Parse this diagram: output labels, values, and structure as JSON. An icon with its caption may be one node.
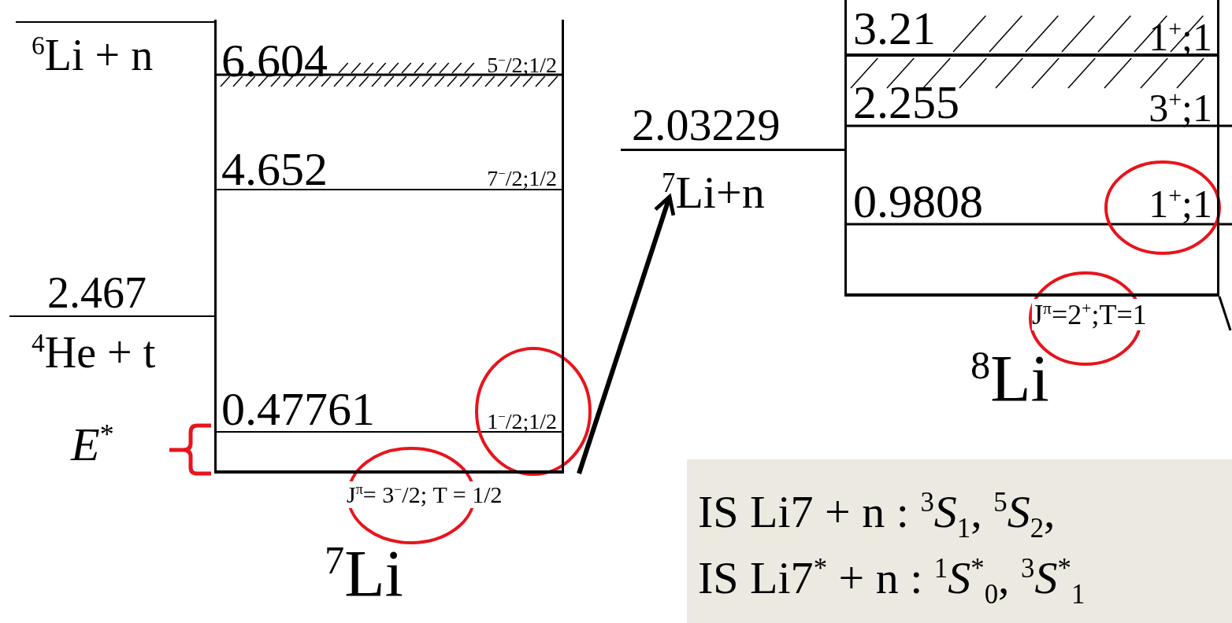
{
  "diagram": {
    "nodes": [
      {
        "text": [
          "6.604",
          "5$^{−}$/2;1/2",
          "4.652",
          "7$^{−}$/2;1/2",
          "0.47761",
          "1$^{−}$/2;1/2"
        ],
        "beside": [
          "J$^{π}$= 3$^{−}$/2; T = 1/2",
          "$^{7}$Li"
        ]
      },
      {
        "text": [
          "2.03229",
          "$^{7}$Li+n"
        ]
      },
      {
        "text": [
          "3.21",
          "1$^{+}$;1",
          "2.255",
          "3$^{+}$;1",
          "0.9808",
          "1$^{+}$;1"
        ],
        "beside": [
          "J$^{π}$=2$^{+}$;T=1",
          "$^{8}$Li"
        ]
      },
      {
        "text": [
          "IS Li7 + n : $^{3}$*S*$_{1}$, $^{5}$*S*$_{2}$,",
          "IS Li7$^{*}$ + n : $^{1}$*S*$^{*}$$_{0}$, $^{3}$*S*$^{*}$$_{1}$"
        ]
      }
    ],
    "edges": [
      {
        "from": 0,
        "to": 1,
        "arrow": "to"
      }
    ],
    "labels": [
      "$^{6}$Li + n",
      "2.467",
      "$^{4}$He + t",
      "*E*$^{*}$"
    ]
  }
}
